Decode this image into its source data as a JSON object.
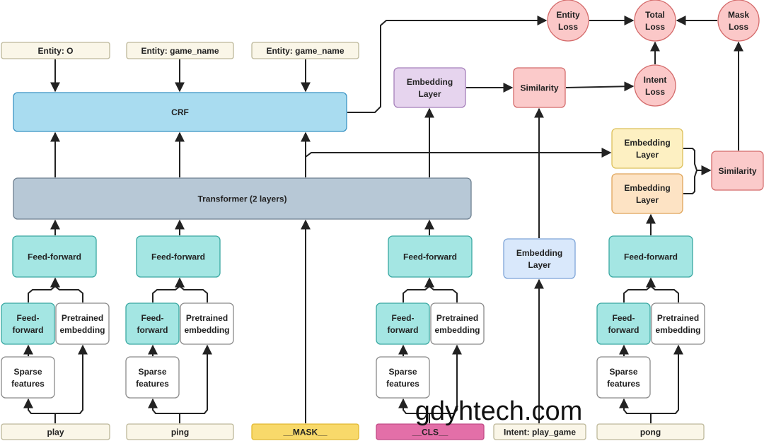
{
  "colors": {
    "input": "#faf6e8",
    "input_stroke": "#bdb89a",
    "mask": "#f8d96a",
    "mask_stroke": "#e2b931",
    "cls": "#e36fa8",
    "cls_stroke": "#c24a86",
    "ff": "#a4e6e3",
    "ff_stroke": "#3aa8a2",
    "white": "#ffffff",
    "white_stroke": "#8a8a8a",
    "crf": "#a9dcf0",
    "crf_stroke": "#3c94c4",
    "transformer": "#b7c8d6",
    "transformer_stroke": "#6d7f8f",
    "purple": "#e6d4ee",
    "purple_stroke": "#a57fba",
    "sim": "#fbcaca",
    "sim_stroke": "#d46b6b",
    "yellow": "#fdf0c2",
    "yellow_stroke": "#dcc05a",
    "orange": "#fde3c4",
    "orange_stroke": "#e0a55a",
    "blue": "#d9e8fb",
    "blue_stroke": "#7ea5d8",
    "loss": "#fbc8c8",
    "loss_stroke": "#d46b6b"
  },
  "nodes": [
    {
      "id": "ent1",
      "lines": [
        "Entity: O"
      ],
      "color": "input",
      "stroke": "input_stroke",
      "shape": "rect"
    },
    {
      "id": "ent2",
      "lines": [
        "Entity: game_name"
      ],
      "color": "input",
      "stroke": "input_stroke",
      "shape": "rect"
    },
    {
      "id": "ent3",
      "lines": [
        "Entity: game_name"
      ],
      "color": "input",
      "stroke": "input_stroke",
      "shape": "rect"
    },
    {
      "id": "crf",
      "lines": [
        "CRF"
      ],
      "color": "crf",
      "stroke": "crf_stroke",
      "shape": "rect"
    },
    {
      "id": "transformer",
      "lines": [
        "Transformer (2 layers)"
      ],
      "color": "transformer",
      "stroke": "transformer_stroke",
      "shape": "rect"
    },
    {
      "id": "ff1",
      "lines": [
        "Feed-forward"
      ],
      "color": "ff",
      "stroke": "ff_stroke",
      "shape": "rect"
    },
    {
      "id": "ff2",
      "lines": [
        "Feed-forward"
      ],
      "color": "ff",
      "stroke": "ff_stroke",
      "shape": "rect"
    },
    {
      "id": "ff3",
      "lines": [
        "Feed-forward"
      ],
      "color": "ff",
      "stroke": "ff_stroke",
      "shape": "rect"
    },
    {
      "id": "ff4",
      "lines": [
        "Feed-forward"
      ],
      "color": "ff",
      "stroke": "ff_stroke",
      "shape": "rect"
    },
    {
      "id": "sff1",
      "lines": [
        "Feed-",
        "forward"
      ],
      "color": "ff",
      "stroke": "ff_stroke",
      "shape": "rect"
    },
    {
      "id": "sff2",
      "lines": [
        "Feed-",
        "forward"
      ],
      "color": "ff",
      "stroke": "ff_stroke",
      "shape": "rect"
    },
    {
      "id": "sff3",
      "lines": [
        "Feed-",
        "forward"
      ],
      "color": "ff",
      "stroke": "ff_stroke",
      "shape": "rect"
    },
    {
      "id": "sff4",
      "lines": [
        "Feed-",
        "forward"
      ],
      "color": "ff",
      "stroke": "ff_stroke",
      "shape": "rect"
    },
    {
      "id": "pre1",
      "lines": [
        "Pretrained",
        "embedding"
      ],
      "color": "white",
      "stroke": "white_stroke",
      "shape": "rect"
    },
    {
      "id": "pre2",
      "lines": [
        "Pretrained",
        "embedding"
      ],
      "color": "white",
      "stroke": "white_stroke",
      "shape": "rect"
    },
    {
      "id": "pre3",
      "lines": [
        "Pretrained",
        "embedding"
      ],
      "color": "white",
      "stroke": "white_stroke",
      "shape": "rect"
    },
    {
      "id": "pre4",
      "lines": [
        "Pretrained",
        "embedding"
      ],
      "color": "white",
      "stroke": "white_stroke",
      "shape": "rect"
    },
    {
      "id": "sp1",
      "lines": [
        "Sparse",
        "features"
      ],
      "color": "white",
      "stroke": "white_stroke",
      "shape": "rect"
    },
    {
      "id": "sp2",
      "lines": [
        "Sparse",
        "features"
      ],
      "color": "white",
      "stroke": "white_stroke",
      "shape": "rect"
    },
    {
      "id": "sp3",
      "lines": [
        "Sparse",
        "features"
      ],
      "color": "white",
      "stroke": "white_stroke",
      "shape": "rect"
    },
    {
      "id": "sp4",
      "lines": [
        "Sparse",
        "features"
      ],
      "color": "white",
      "stroke": "white_stroke",
      "shape": "rect"
    },
    {
      "id": "tok_play",
      "lines": [
        "play"
      ],
      "color": "input",
      "stroke": "input_stroke",
      "shape": "rect"
    },
    {
      "id": "tok_ping",
      "lines": [
        "ping"
      ],
      "color": "input",
      "stroke": "input_stroke",
      "shape": "rect"
    },
    {
      "id": "tok_mask",
      "lines": [
        "__MASK__"
      ],
      "color": "mask",
      "stroke": "mask_stroke",
      "shape": "rect"
    },
    {
      "id": "tok_cls",
      "lines": [
        "__CLS__"
      ],
      "color": "cls",
      "stroke": "cls_stroke",
      "shape": "rect"
    },
    {
      "id": "intent",
      "lines": [
        "Intent: play_game"
      ],
      "color": "input",
      "stroke": "input_stroke",
      "shape": "rect"
    },
    {
      "id": "tok_pong",
      "lines": [
        "pong"
      ],
      "color": "input",
      "stroke": "input_stroke",
      "shape": "rect"
    },
    {
      "id": "emb_purple",
      "lines": [
        "Embedding",
        "Layer"
      ],
      "color": "purple",
      "stroke": "purple_stroke",
      "shape": "rect"
    },
    {
      "id": "sim_top",
      "lines": [
        "Similarity"
      ],
      "color": "sim",
      "stroke": "sim_stroke",
      "shape": "rect"
    },
    {
      "id": "emb_yellow",
      "lines": [
        "Embedding",
        "Layer"
      ],
      "color": "yellow",
      "stroke": "yellow_stroke",
      "shape": "rect"
    },
    {
      "id": "emb_orange",
      "lines": [
        "Embedding",
        "Layer"
      ],
      "color": "orange",
      "stroke": "orange_stroke",
      "shape": "rect"
    },
    {
      "id": "sim_right",
      "lines": [
        "Similarity"
      ],
      "color": "sim",
      "stroke": "sim_stroke",
      "shape": "rect"
    },
    {
      "id": "emb_blue",
      "lines": [
        "Embedding",
        "Layer"
      ],
      "color": "blue",
      "stroke": "blue_stroke",
      "shape": "rect"
    },
    {
      "id": "entity_loss",
      "lines": [
        "Entity",
        "Loss"
      ],
      "color": "loss",
      "stroke": "loss_stroke",
      "shape": "circle"
    },
    {
      "id": "total_loss",
      "lines": [
        "Total",
        "Loss"
      ],
      "color": "loss",
      "stroke": "loss_stroke",
      "shape": "circle"
    },
    {
      "id": "mask_loss",
      "lines": [
        "Mask",
        "Loss"
      ],
      "color": "loss",
      "stroke": "loss_stroke",
      "shape": "circle"
    },
    {
      "id": "intent_loss",
      "lines": [
        "Intent",
        "Loss"
      ],
      "color": "loss",
      "stroke": "loss_stroke",
      "shape": "circle"
    }
  ],
  "edges": [
    {
      "from": "ent1",
      "to": "crf"
    },
    {
      "from": "ent2",
      "to": "crf"
    },
    {
      "from": "ent3",
      "to": "crf"
    },
    {
      "from": "transformer",
      "to": "crf"
    },
    {
      "from": "crf",
      "to": "entity_loss"
    },
    {
      "from": "entity_loss",
      "to": "total_loss"
    },
    {
      "from": "mask_loss",
      "to": "total_loss"
    },
    {
      "from": "intent_loss",
      "to": "total_loss"
    },
    {
      "from": "transformer",
      "to": "emb_purple"
    },
    {
      "from": "emb_purple",
      "to": "sim_top"
    },
    {
      "from": "sim_top",
      "to": "intent_loss"
    },
    {
      "from": "intent",
      "to": "emb_blue"
    },
    {
      "from": "emb_blue",
      "to": "sim_top"
    },
    {
      "from": "transformer",
      "to": "emb_yellow"
    },
    {
      "from": "emb_yellow",
      "to": "sim_right"
    },
    {
      "from": "emb_orange",
      "to": "sim_right"
    },
    {
      "from": "sim_right",
      "to": "mask_loss"
    },
    {
      "from": "ff1",
      "to": "transformer"
    },
    {
      "from": "ff2",
      "to": "transformer"
    },
    {
      "from": "ff3",
      "to": "transformer"
    },
    {
      "from": "tok_mask",
      "to": "transformer"
    },
    {
      "from": "ff4",
      "to": "emb_orange"
    },
    {
      "from": "sff1",
      "to": "ff1"
    },
    {
      "from": "pre1",
      "to": "ff1"
    },
    {
      "from": "sff2",
      "to": "ff2"
    },
    {
      "from": "pre2",
      "to": "ff2"
    },
    {
      "from": "sff3",
      "to": "ff3"
    },
    {
      "from": "pre3",
      "to": "ff3"
    },
    {
      "from": "sff4",
      "to": "ff4"
    },
    {
      "from": "pre4",
      "to": "ff4"
    },
    {
      "from": "sp1",
      "to": "sff1"
    },
    {
      "from": "sp2",
      "to": "sff2"
    },
    {
      "from": "sp3",
      "to": "sff3"
    },
    {
      "from": "sp4",
      "to": "sff4"
    },
    {
      "from": "tok_play",
      "to": "sp1"
    },
    {
      "from": "tok_play",
      "to": "pre1"
    },
    {
      "from": "tok_ping",
      "to": "sp2"
    },
    {
      "from": "tok_ping",
      "to": "pre2"
    },
    {
      "from": "tok_cls",
      "to": "sp3"
    },
    {
      "from": "tok_cls",
      "to": "pre3"
    },
    {
      "from": "tok_pong",
      "to": "sp4"
    },
    {
      "from": "tok_pong",
      "to": "pre4"
    }
  ],
  "watermark": "gdyhtech.com"
}
